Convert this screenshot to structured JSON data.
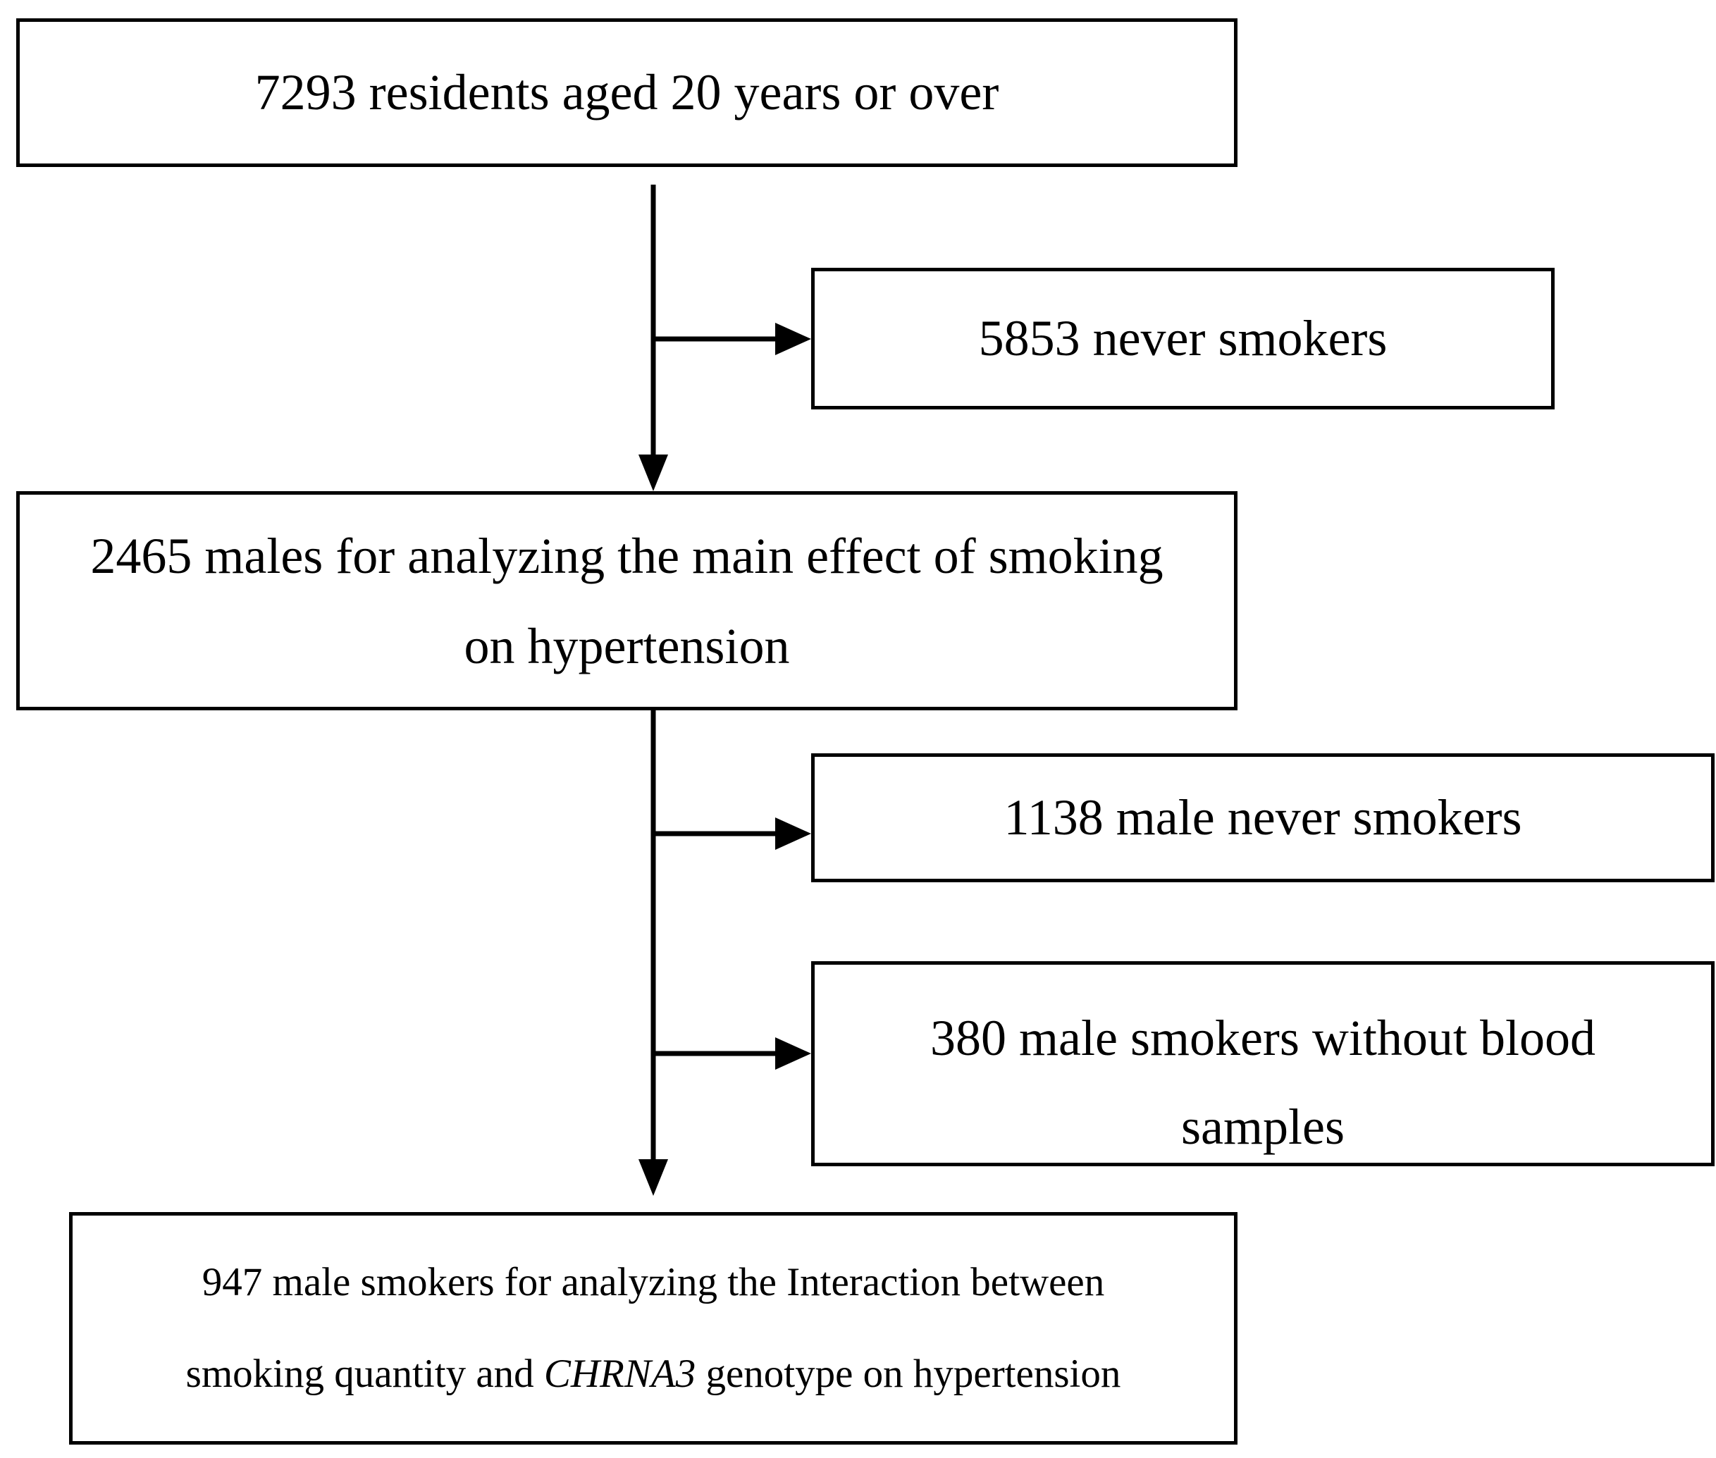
{
  "flowchart": {
    "residents": "7293 residents aged 20 years or over",
    "never_smokers": "5853 never smokers",
    "males": {
      "line1": "2465 males for analyzing the main effect of smoking",
      "line2": "on hypertension"
    },
    "male_never_smokers": "1138 male never smokers",
    "no_blood": {
      "line1": "380 male smokers without blood",
      "line2": "samples"
    },
    "final": {
      "line1": "947 male smokers for analyzing the Interaction between",
      "line2_before": "smoking quantity and ",
      "line2_gene": "CHRNA3",
      "line2_after": " genotype on hypertension"
    }
  }
}
